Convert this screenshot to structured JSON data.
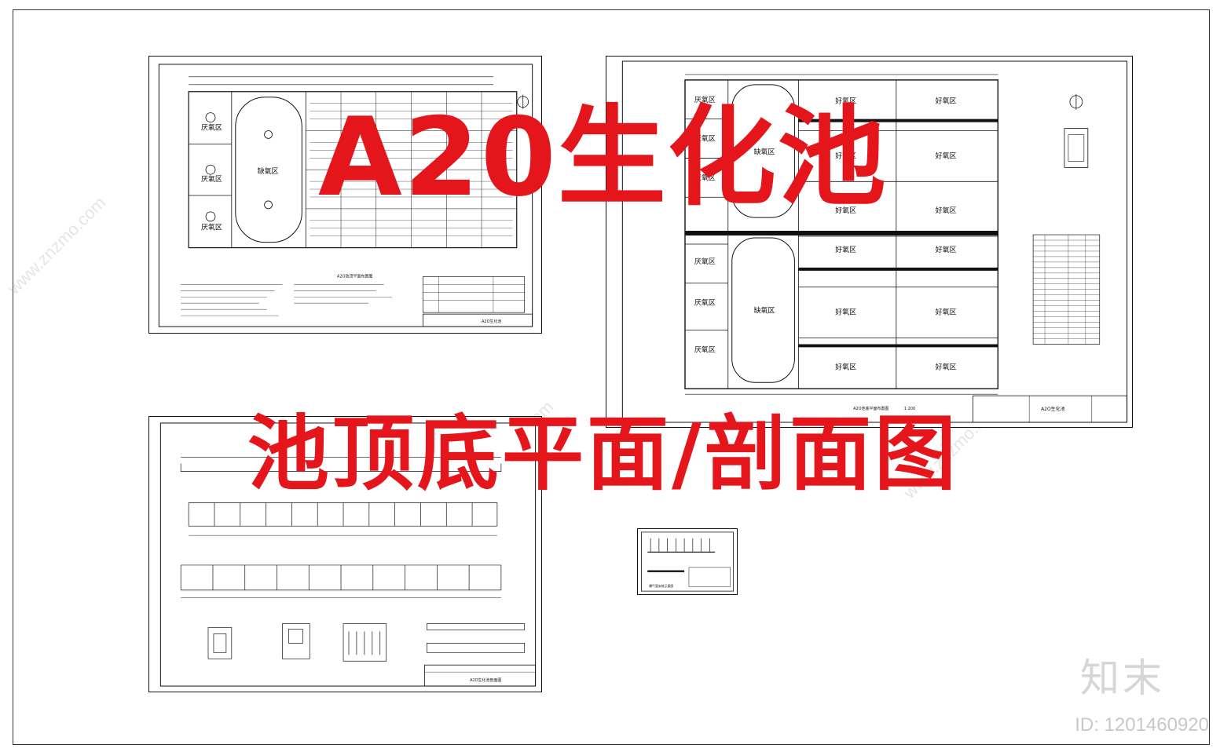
{
  "title_line1": "A20生化池",
  "title_line2": "池顶底平面/剖面图",
  "zones": {
    "anoxic": "缺氧区",
    "anaerobic": "厌氧区",
    "aerobic": "好氧区"
  },
  "watermark": {
    "logo": "知末",
    "id": "ID: 1201460920",
    "diagonal": "www.znzmo.com"
  },
  "sheets": {
    "top_left": {
      "caption": "A2O池顶平面布置图",
      "titleblock": "A2O生化池"
    },
    "right": {
      "caption": "A2O池底平面布置图",
      "titleblock": "A2O生化池",
      "scale": "1:200"
    },
    "bottom_left": {
      "titleblock": "A2O生化池剖面图"
    },
    "small": {
      "caption": "曝气管安装示意图"
    }
  }
}
